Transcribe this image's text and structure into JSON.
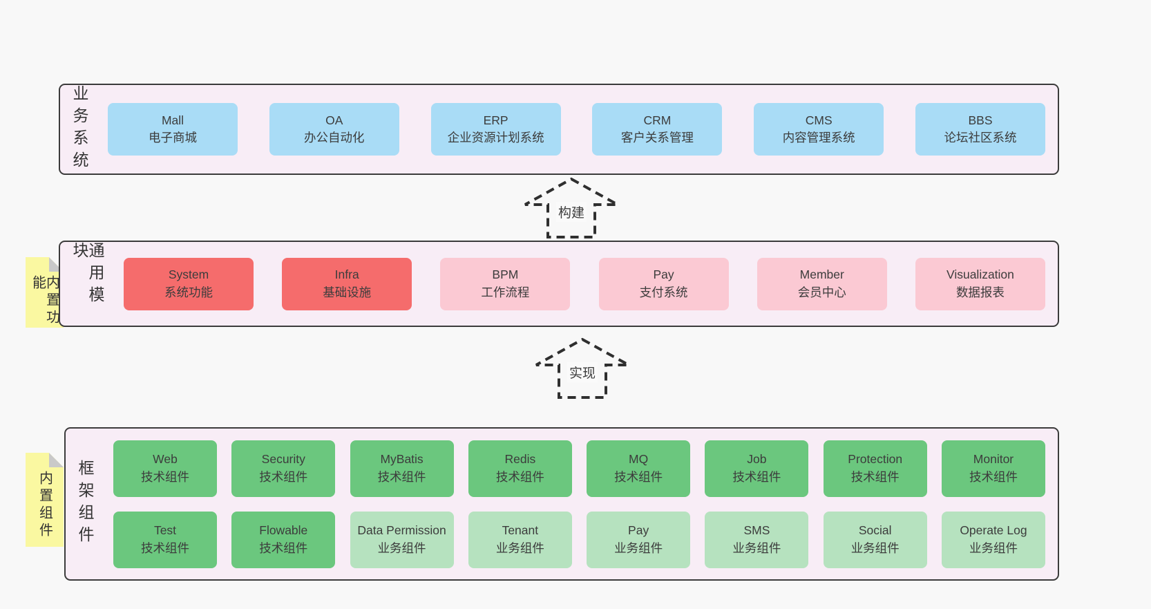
{
  "colors": {
    "page_bg": "#f8f8f8",
    "container_bg": "#f8edf6",
    "border": "#3b3b3b",
    "blue": "#a9dcf6",
    "red": "#f56c6c",
    "pink": "#fbc9d3",
    "green": "#6bc77e",
    "light_green": "#b6e2bf",
    "sticky_yellow": "#faf8a1",
    "fold_gray": "#c9c9c9"
  },
  "arrows": [
    {
      "label": "构建"
    },
    {
      "label": "实现"
    }
  ],
  "layers": [
    {
      "label": "业务系统",
      "boxes": [
        {
          "name": "Mall",
          "desc": "电子商城"
        },
        {
          "name": "OA",
          "desc": "办公自动化"
        },
        {
          "name": "ERP",
          "desc": "企业资源计划系统"
        },
        {
          "name": "CRM",
          "desc": "客户关系管理"
        },
        {
          "name": "CMS",
          "desc": "内容管理系统"
        },
        {
          "name": "BBS",
          "desc": "论坛社区系统"
        }
      ]
    },
    {
      "label": "通用模块",
      "tag": "内置功能",
      "boxes": [
        {
          "name": "System",
          "desc": "系统功能"
        },
        {
          "name": "Infra",
          "desc": "基础设施"
        },
        {
          "name": "BPM",
          "desc": "工作流程"
        },
        {
          "name": "Pay",
          "desc": "支付系统"
        },
        {
          "name": "Member",
          "desc": "会员中心"
        },
        {
          "name": "Visualization",
          "desc": "数据报表"
        }
      ]
    },
    {
      "label": "框架组件",
      "tag": "内置组件",
      "rows": [
        [
          {
            "name": "Web",
            "desc": "技术组件"
          },
          {
            "name": "Security",
            "desc": "技术组件"
          },
          {
            "name": "MyBatis",
            "desc": "技术组件"
          },
          {
            "name": "Redis",
            "desc": "技术组件"
          },
          {
            "name": "MQ",
            "desc": "技术组件"
          },
          {
            "name": "Job",
            "desc": "技术组件"
          },
          {
            "name": "Protection",
            "desc": "技术组件"
          },
          {
            "name": "Monitor",
            "desc": "技术组件"
          }
        ],
        [
          {
            "name": "Test",
            "desc": "技术组件"
          },
          {
            "name": "Flowable",
            "desc": "技术组件"
          },
          {
            "name": "Data Permission",
            "desc": "业务组件"
          },
          {
            "name": "Tenant",
            "desc": "业务组件"
          },
          {
            "name": "Pay",
            "desc": "业务组件"
          },
          {
            "name": "SMS",
            "desc": "业务组件"
          },
          {
            "name": "Social",
            "desc": "业务组件"
          },
          {
            "name": "Operate Log",
            "desc": "业务组件"
          }
        ]
      ]
    }
  ]
}
